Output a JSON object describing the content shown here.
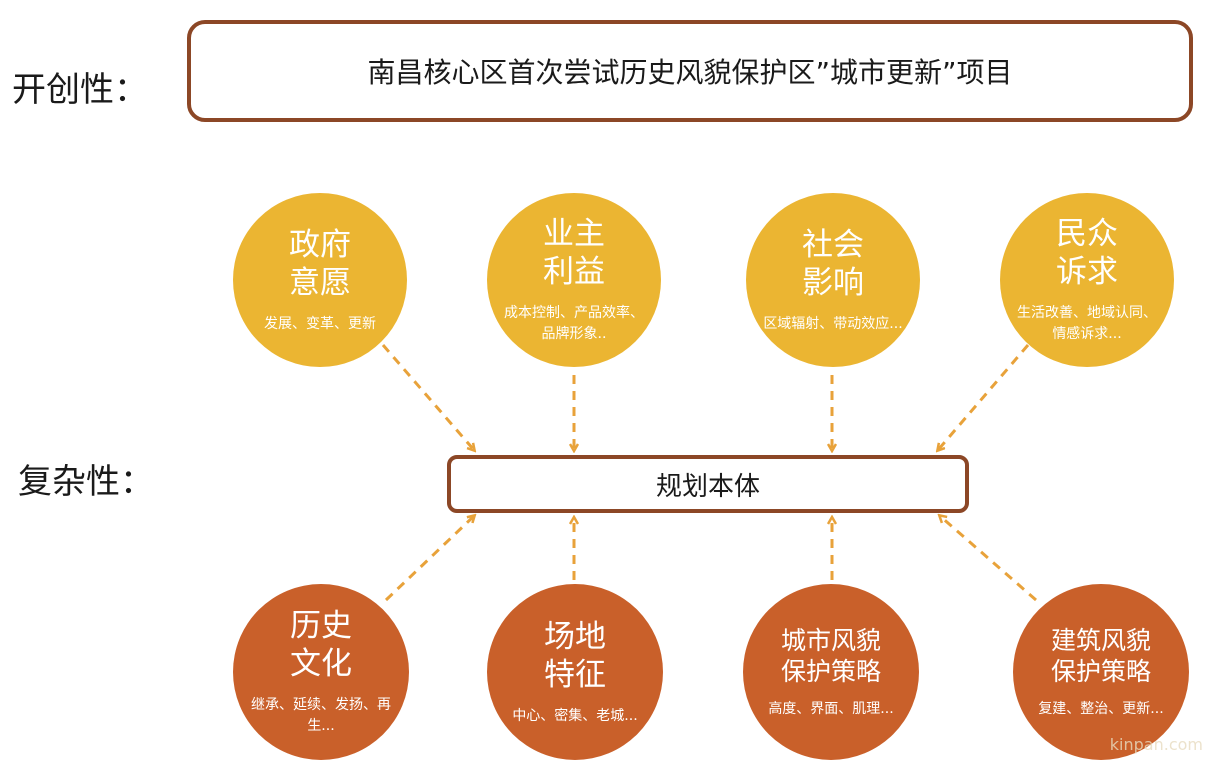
{
  "labels": {
    "innovation": "开创性：",
    "complexity": "复杂性："
  },
  "header_box": "南昌核心区首次尝试历史风貌保护区”城市更新”项目",
  "core_box": "规划本体",
  "top_circles": [
    {
      "title": "政府\n意愿",
      "sub": "发展、变革、更新"
    },
    {
      "title": "业主\n利益",
      "sub": "成本控制、产品效率、品牌形象.."
    },
    {
      "title": "社会\n影响",
      "sub": "区域辐射、带动效应..."
    },
    {
      "title": "民众\n诉求",
      "sub": "生活改善、地域认同、情感诉求..."
    }
  ],
  "bottom_circles": [
    {
      "title": "历史\n文化",
      "sub": "继承、延续、发扬、再生..."
    },
    {
      "title": "场地\n特征",
      "sub": "中心、密集、老城..."
    },
    {
      "title": "城市风貌\n保护策略",
      "sub": "高度、界面、肌理..."
    },
    {
      "title": "建筑风貌\n保护策略",
      "sub": "复建、整治、更新..."
    }
  ],
  "colors": {
    "top_circle": "#ebb532",
    "bottom_circle": "#c9602a",
    "arrow": "#e8a23a",
    "box_border": "#8c4726"
  },
  "watermark": "kinpan.com"
}
